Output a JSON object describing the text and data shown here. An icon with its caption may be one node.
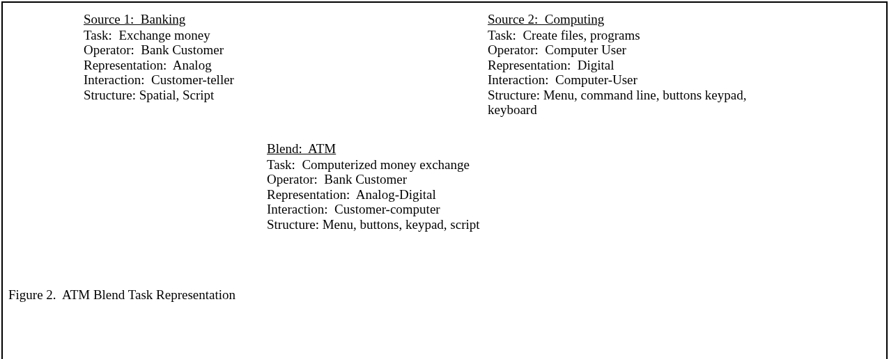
{
  "diagram": {
    "caption": "Figure 2.  ATM Blend Task Representation",
    "labels": [
      "Source 1:  Banking",
      "Task:  Exchange money",
      "Operator:  Bank Customer",
      "Representation:  Analog",
      "Interaction:  Customer-teller",
      "Structure: Spatial, Script",
      "Source 2:  Computing",
      "Task:  Create files, programs",
      "Operator:  Computer User",
      "Representation:  Digital",
      "Interaction:  Computer-User",
      "Structure: Menu, command line, buttons keypad, keyboard",
      "Blend:  ATM",
      "Task:  Computerized money exchange",
      "Operator:  Bank Customer",
      "Representation:  Analog-Digital",
      "Interaction:  Customer-computer",
      "Structure: Menu, buttons, keypad, script"
    ]
  }
}
